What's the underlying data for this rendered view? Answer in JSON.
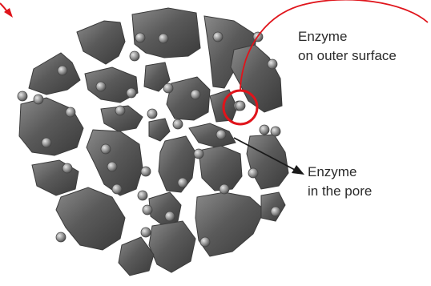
{
  "labels": {
    "outer_line1": "Enzyme",
    "outer_line2": "on outer surface",
    "pore_line1": "Enzyme",
    "pore_line2": "in the pore"
  },
  "colors": {
    "highlight": "#e0141b",
    "carrier_dark": "#4a4a4a",
    "carrier_light": "#8a8a8a",
    "enzyme": "#9a9a9a",
    "pointer": "#1a1a1a"
  }
}
